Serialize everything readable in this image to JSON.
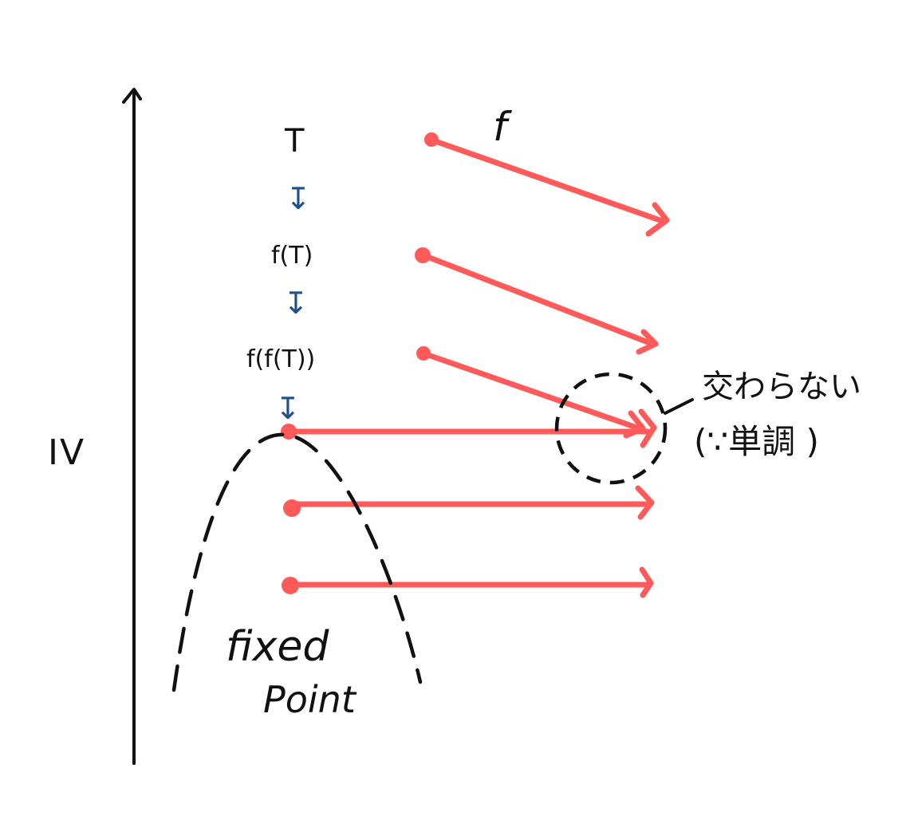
{
  "axis_label": "IV",
  "function_label": "f",
  "sequence": [
    "T",
    "f(T)",
    "f(f(T))"
  ],
  "step_arrow_glyph": "↧",
  "fixed_point_label": [
    "fixed",
    "Point"
  ],
  "note": {
    "line1": "交わらない",
    "line2": "(∵単調 )"
  },
  "colors": {
    "arrow": "#ff5a5a",
    "ink": "#111111",
    "step": "#1f4f8f"
  },
  "icons": {
    "step_arrow": "down-arrow-icon",
    "mapping_arrow": "arrow-right-icon",
    "highlight": "dashed-circle"
  }
}
